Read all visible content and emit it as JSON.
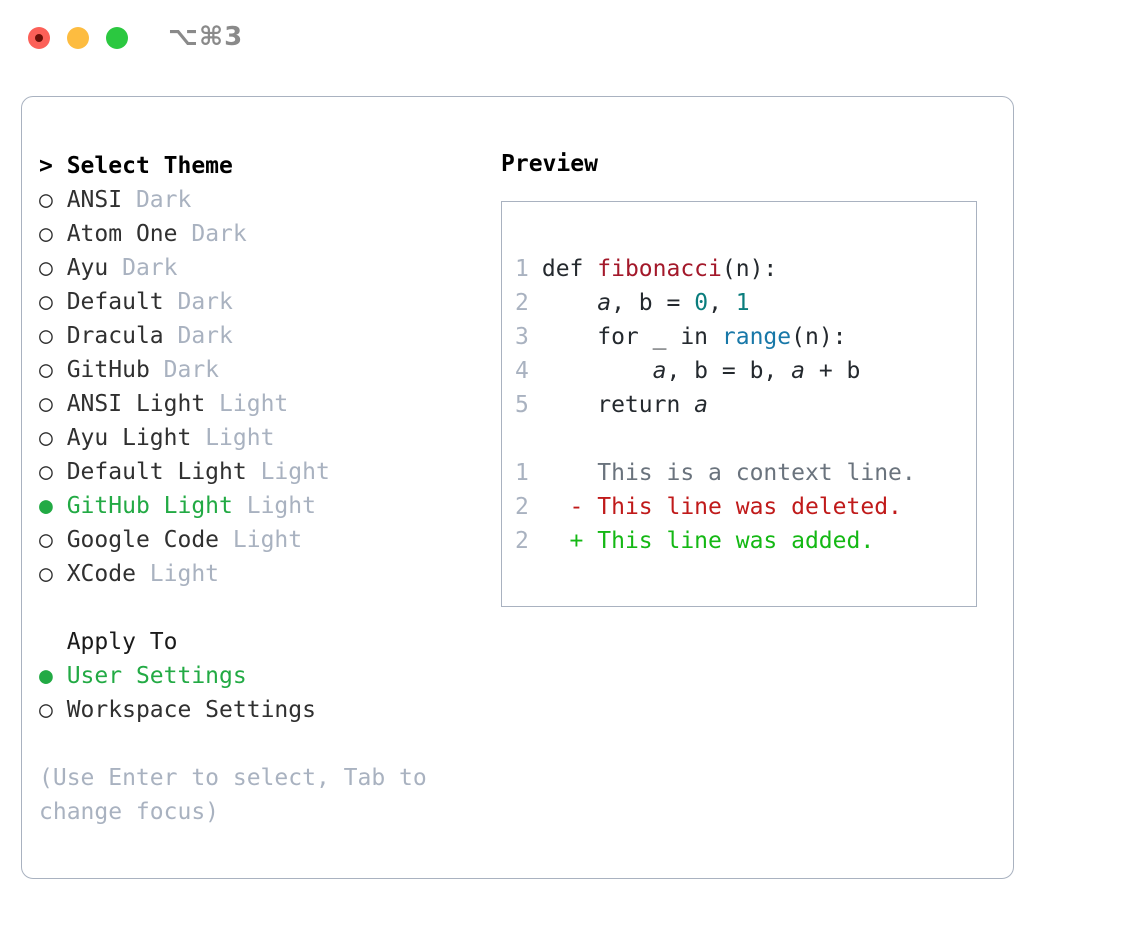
{
  "titlebar": {
    "shortcut": "⌥⌘3",
    "buttons": [
      {
        "name": "close",
        "color": "#fc6058"
      },
      {
        "name": "minimize",
        "color": "#fdbc40"
      },
      {
        "name": "zoom",
        "color": "#2bc840"
      }
    ]
  },
  "theme_list": {
    "header_prefix": "> ",
    "header": "Select Theme",
    "items": [
      {
        "marker": "○",
        "name": "ANSI",
        "tag": "Dark",
        "selected": false
      },
      {
        "marker": "○",
        "name": "Atom One",
        "tag": "Dark",
        "selected": false
      },
      {
        "marker": "○",
        "name": "Ayu",
        "tag": "Dark",
        "selected": false
      },
      {
        "marker": "○",
        "name": "Default",
        "tag": "Dark",
        "selected": false
      },
      {
        "marker": "○",
        "name": "Dracula",
        "tag": "Dark",
        "selected": false
      },
      {
        "marker": "○",
        "name": "GitHub",
        "tag": "Dark",
        "selected": false
      },
      {
        "marker": "○",
        "name": "ANSI Light",
        "tag": "Light",
        "selected": false
      },
      {
        "marker": "○",
        "name": "Ayu Light",
        "tag": "Light",
        "selected": false
      },
      {
        "marker": "○",
        "name": "Default Light",
        "tag": "Light",
        "selected": false
      },
      {
        "marker": "●",
        "name": "GitHub Light",
        "tag": "Light",
        "selected": true
      },
      {
        "marker": "○",
        "name": "Google Code",
        "tag": "Light",
        "selected": false
      },
      {
        "marker": "○",
        "name": "XCode",
        "tag": "Light",
        "selected": false
      }
    ]
  },
  "apply_to": {
    "header": "  Apply To",
    "options": [
      {
        "marker": "●",
        "label": "User Settings",
        "selected": true
      },
      {
        "marker": "○",
        "label": "Workspace Settings",
        "selected": false
      }
    ]
  },
  "hint": "(Use Enter to select, Tab to change focus)",
  "preview": {
    "label": "Preview",
    "code_lines": [
      {
        "num": "1",
        "segments": [
          {
            "text": "def ",
            "style": "plain"
          },
          {
            "text": "fibonacci",
            "style": "fn"
          },
          {
            "text": "(n):",
            "style": "plain"
          }
        ]
      },
      {
        "num": "2",
        "segments": [
          {
            "text": "    ",
            "style": "plain"
          },
          {
            "text": "a",
            "style": "var"
          },
          {
            "text": ", b = ",
            "style": "plain"
          },
          {
            "text": "0",
            "style": "num"
          },
          {
            "text": ", ",
            "style": "plain"
          },
          {
            "text": "1",
            "style": "num"
          }
        ]
      },
      {
        "num": "3",
        "segments": [
          {
            "text": "    for _ in ",
            "style": "plain"
          },
          {
            "text": "range",
            "style": "kw"
          },
          {
            "text": "(n):",
            "style": "plain"
          }
        ]
      },
      {
        "num": "4",
        "segments": [
          {
            "text": "        ",
            "style": "plain"
          },
          {
            "text": "a",
            "style": "var"
          },
          {
            "text": ", b = b, ",
            "style": "plain"
          },
          {
            "text": "a",
            "style": "var"
          },
          {
            "text": " + b",
            "style": "plain"
          }
        ]
      },
      {
        "num": "5",
        "segments": [
          {
            "text": "    return ",
            "style": "plain"
          },
          {
            "text": "a",
            "style": "var"
          }
        ]
      }
    ],
    "diff_lines": [
      {
        "num": "1",
        "sign": "  ",
        "text": "This is a context line.",
        "style": "ctx"
      },
      {
        "num": "2",
        "sign": "- ",
        "text": "This line was deleted.",
        "style": "del"
      },
      {
        "num": "2",
        "sign": "+ ",
        "text": "This line was added.",
        "style": "add"
      }
    ]
  },
  "colors": {
    "selected_green": "#22aa44",
    "muted": "#a9b2c0",
    "border": "#a9b2c0",
    "function_red": "#a3182a",
    "number_teal": "#0a7d7d",
    "keyword_blue": "#1878a8",
    "diff_delete": "#c01a1a",
    "diff_add": "#14b814"
  }
}
